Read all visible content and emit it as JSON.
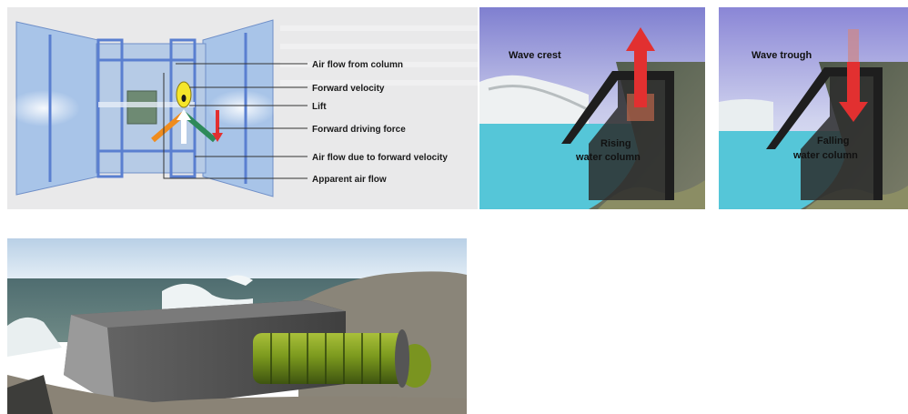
{
  "turbine_diagram": {
    "labels": [
      "Air flow from column",
      "Forward velocity",
      "Lift",
      "Forward driving force",
      "Air flow due to forward velocity",
      "Apparent air flow"
    ]
  },
  "wave_crest_diagram": {
    "title": "Wave crest",
    "caption_line1": "Rising",
    "caption_line2": "water column"
  },
  "wave_trough_diagram": {
    "title": "Wave trough",
    "caption_line1": "Falling",
    "caption_line2": "water column"
  },
  "colors": {
    "duct_blue": "#a8c4e8",
    "frame_blue": "#5a7fd0",
    "sea_cyan": "#55c6d8",
    "arrow_red": "#e23030",
    "turbine_green": "#7c9a1e",
    "concrete": "#4a4a4a"
  }
}
